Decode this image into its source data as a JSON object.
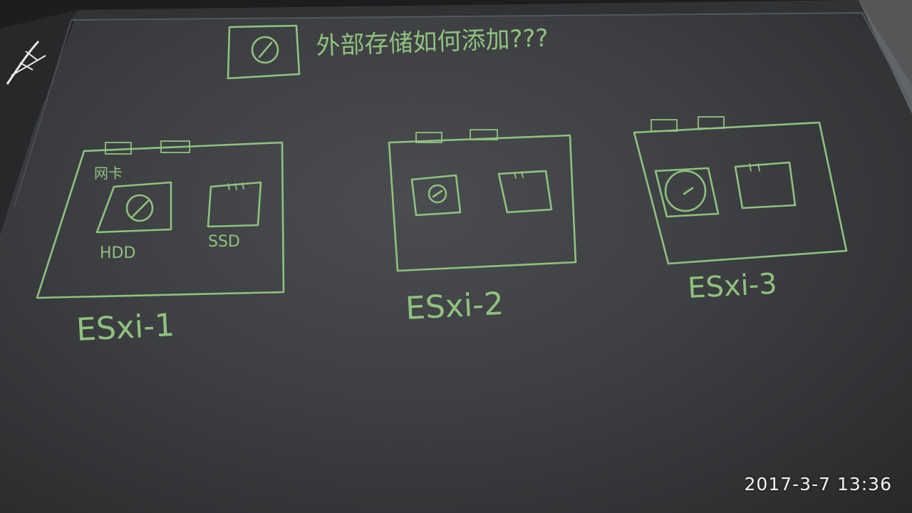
{
  "board": {
    "question": "外部存储如何添加???",
    "hosts": [
      {
        "label": "ESxi-1",
        "nic_label": "网卡",
        "hdd_label": "HDD",
        "ssd_label": "SSD"
      },
      {
        "label": "ESxi-2"
      },
      {
        "label": "ESxi-3"
      }
    ]
  },
  "photo": {
    "timestamp": "2017-3-7  13:36"
  },
  "colors": {
    "chalk_green": "#8fc27e",
    "board_dark": "#3d3f42",
    "frame": "#1e1f20"
  },
  "icons": [
    "disk-icon",
    "ssd-icon",
    "nic-port-icon",
    "brand-logo-icon"
  ]
}
